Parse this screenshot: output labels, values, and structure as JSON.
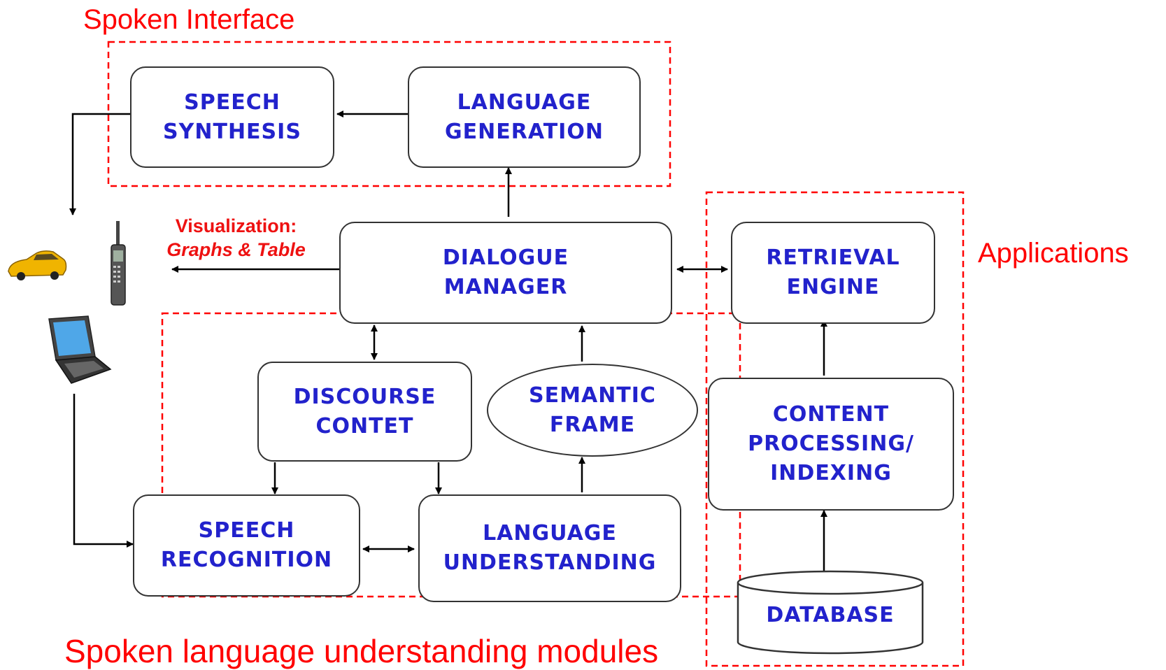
{
  "regions": {
    "spoken_interface": "Spoken Interface",
    "applications": "Applications",
    "slu_modules": "Spoken language understanding modules"
  },
  "boxes": {
    "speech_synthesis": [
      "SPEECH",
      "SYNTHESIS"
    ],
    "language_generation": [
      "LANGUAGE",
      "GENERATION"
    ],
    "dialogue_manager": [
      "DIALOGUE",
      "MANAGER"
    ],
    "retrieval_engine": [
      "RETRIEVAL",
      "ENGINE"
    ],
    "discourse_context": [
      "DISCOURSE",
      "CONTET"
    ],
    "semantic_frame": [
      "SEMANTIC",
      "FRAME"
    ],
    "content_processing": [
      "CONTENT",
      "PROCESSING/",
      "INDEXING"
    ],
    "speech_recognition": [
      "SPEECH",
      "RECOGNITION"
    ],
    "language_understanding": [
      "LANGUAGE",
      "UNDERSTANDING"
    ],
    "database": "DATABASE"
  },
  "visualization": {
    "line1": "Visualization:",
    "line2": "Graphs & Table"
  },
  "colors": {
    "region_label": "#ff0000",
    "box_text": "#2222cc",
    "dashed_border": "#ff0000",
    "arrow": "#000000"
  },
  "icons": [
    "car-icon",
    "cell-phone-icon",
    "laptop-icon"
  ]
}
